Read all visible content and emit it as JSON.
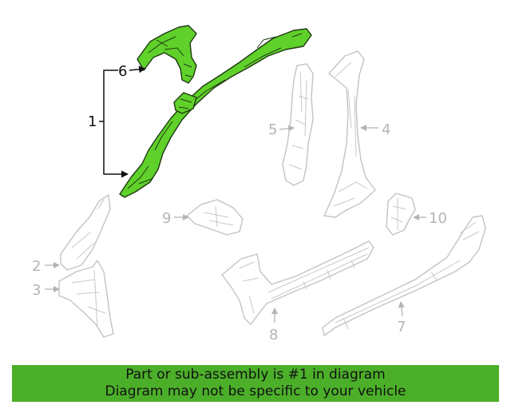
{
  "highlight_color": "#5fd12a",
  "banner_color": "#4caf2a",
  "callouts": {
    "c1": "1",
    "c2": "2",
    "c3": "3",
    "c4": "4",
    "c5": "5",
    "c6": "6",
    "c7": "7",
    "c8": "8",
    "c9": "9",
    "c10": "10"
  },
  "banner": {
    "line1": "Part or sub-assembly is #1 in diagram",
    "line2": "Diagram may not be specific to your vehicle"
  }
}
